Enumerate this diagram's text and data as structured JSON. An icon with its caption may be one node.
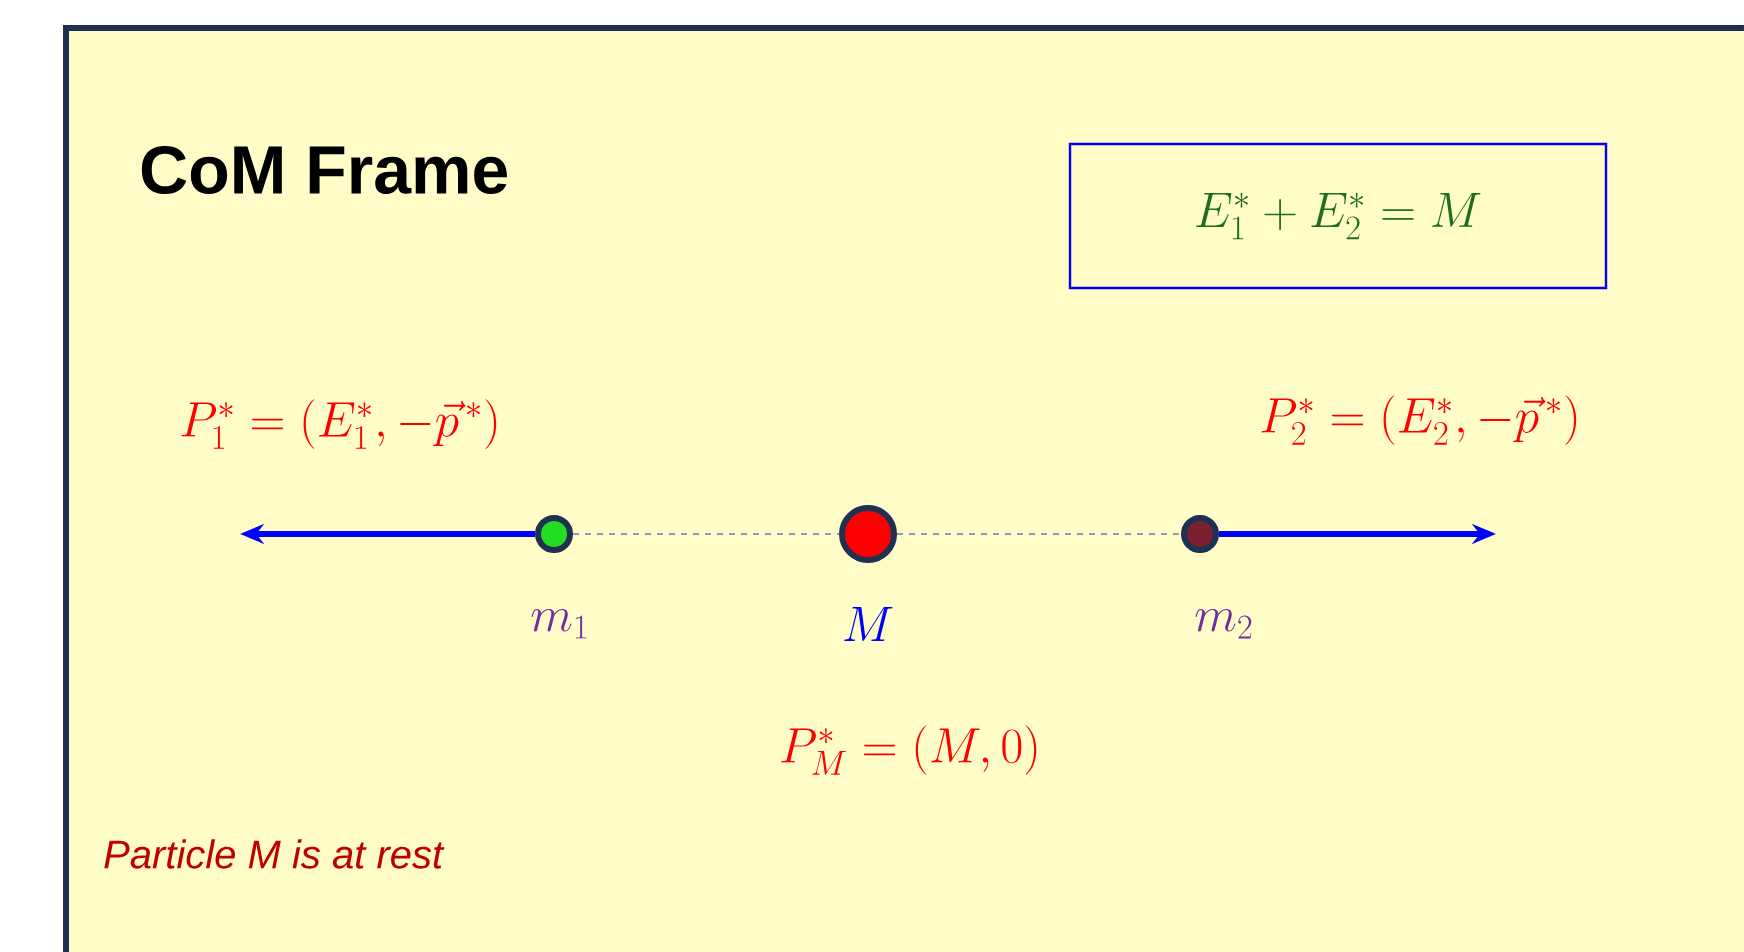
{
  "diagram": {
    "title": "CoM Frame",
    "nodes": [
      {
        "text": [
          "E_1^* + E_2^* = M"
        ]
      },
      {
        "text": [],
        "shape": "circle",
        "beside": [
          "m_1"
        ]
      },
      {
        "text": [],
        "shape": "circle",
        "beside": [
          "M"
        ]
      },
      {
        "text": [],
        "shape": "circle",
        "beside": [
          "m_2"
        ]
      }
    ],
    "edges": [
      {
        "from": 1,
        "to": null,
        "arrow": "to",
        "style": "thick",
        "color": "#0000ff"
      },
      {
        "from": 1,
        "to": 2,
        "arrow": "none",
        "style": "dashed",
        "color": "#5b7fc0"
      },
      {
        "from": 2,
        "to": 3,
        "arrow": "none",
        "style": "dashed",
        "color": "#5b7fc0"
      },
      {
        "from": 3,
        "to": null,
        "arrow": "to",
        "style": "thick",
        "color": "#0000ff"
      }
    ],
    "labels": [
      "P_1^* = (E_1^*, -\\vec{p}^{\\,*})",
      "P_2^* = (E_2^*, -\\vec{p}^{\\,*})",
      "P_M^* = (M, 0)",
      "Particle M is at rest"
    ]
  }
}
